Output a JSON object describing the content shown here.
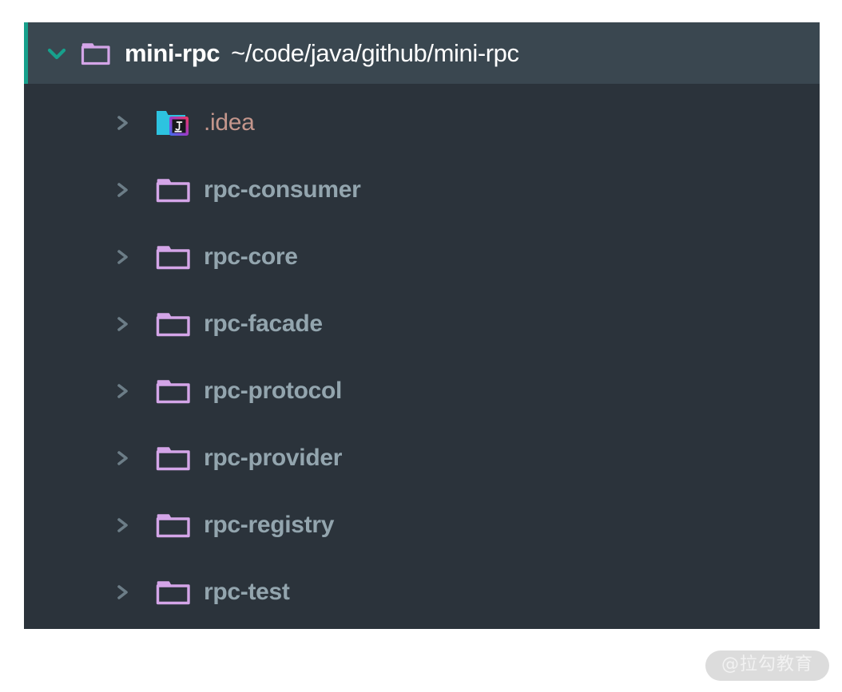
{
  "panel": {
    "background_color": "#2b333b",
    "header_background_color": "#3a4750",
    "accent_color": "#17a08c",
    "folder_icon_color": "#d4a5e8",
    "label_color": "#93a5ae",
    "excluded_label_color": "#c4968c"
  },
  "root": {
    "name": "mini-rpc",
    "path": "~/code/java/github/mini-rpc",
    "expanded": true,
    "chevron_icon": "chevron-down-icon",
    "folder_icon": "folder-icon"
  },
  "children": [
    {
      "label": ".idea",
      "icon": "intellij-folder-icon",
      "chevron_icon": "chevron-right-icon",
      "expanded": false,
      "excluded": true
    },
    {
      "label": "rpc-consumer",
      "icon": "folder-icon",
      "chevron_icon": "chevron-right-icon",
      "expanded": false,
      "excluded": false
    },
    {
      "label": "rpc-core",
      "icon": "folder-icon",
      "chevron_icon": "chevron-right-icon",
      "expanded": false,
      "excluded": false
    },
    {
      "label": "rpc-facade",
      "icon": "folder-icon",
      "chevron_icon": "chevron-right-icon",
      "expanded": false,
      "excluded": false
    },
    {
      "label": "rpc-protocol",
      "icon": "folder-icon",
      "chevron_icon": "chevron-right-icon",
      "expanded": false,
      "excluded": false
    },
    {
      "label": "rpc-provider",
      "icon": "folder-icon",
      "chevron_icon": "chevron-right-icon",
      "expanded": false,
      "excluded": false
    },
    {
      "label": "rpc-registry",
      "icon": "folder-icon",
      "chevron_icon": "chevron-right-icon",
      "expanded": false,
      "excluded": false
    },
    {
      "label": "rpc-test",
      "icon": "folder-icon",
      "chevron_icon": "chevron-right-icon",
      "expanded": false,
      "excluded": false
    }
  ],
  "watermark": {
    "text": "@拉勾教育"
  }
}
